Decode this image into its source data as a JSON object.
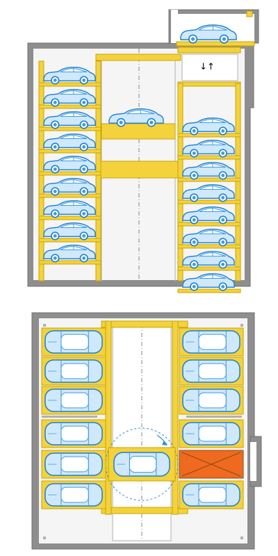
{
  "diagram": {
    "lift_arrows_glyph": "↓↑",
    "colors": {
      "wall": "#8e8e8e",
      "wall_edge": "#6f6f6f",
      "interior": "#f5f5f5",
      "frame_yellow": "#f3d23c",
      "frame_yellow_dark": "#c9a400",
      "car_fill": "#cfe8fb",
      "car_stroke": "#1a7fd1",
      "car_detail": "#3d9be0",
      "turntable": "#2a8fdc",
      "blocked_bay": "#ef6a1e",
      "blocked_cross": "#8a4a1c",
      "lift_line": "#b0b0b0",
      "centerline": "#6a6a6a"
    },
    "elevation": {
      "left_rack_levels": 9,
      "right_rack_levels": 8,
      "entrance_cars": 1,
      "lift_platform_cars": 1
    },
    "plan": {
      "left_bays": 6,
      "right_bays": 5,
      "blocked_bays": 1,
      "turntable_cars": 1
    },
    "icons": {
      "lift_direction": "up-down-arrows-icon",
      "rotation": "rotation-arrow-icon",
      "blocked": "x-cross-icon"
    }
  }
}
